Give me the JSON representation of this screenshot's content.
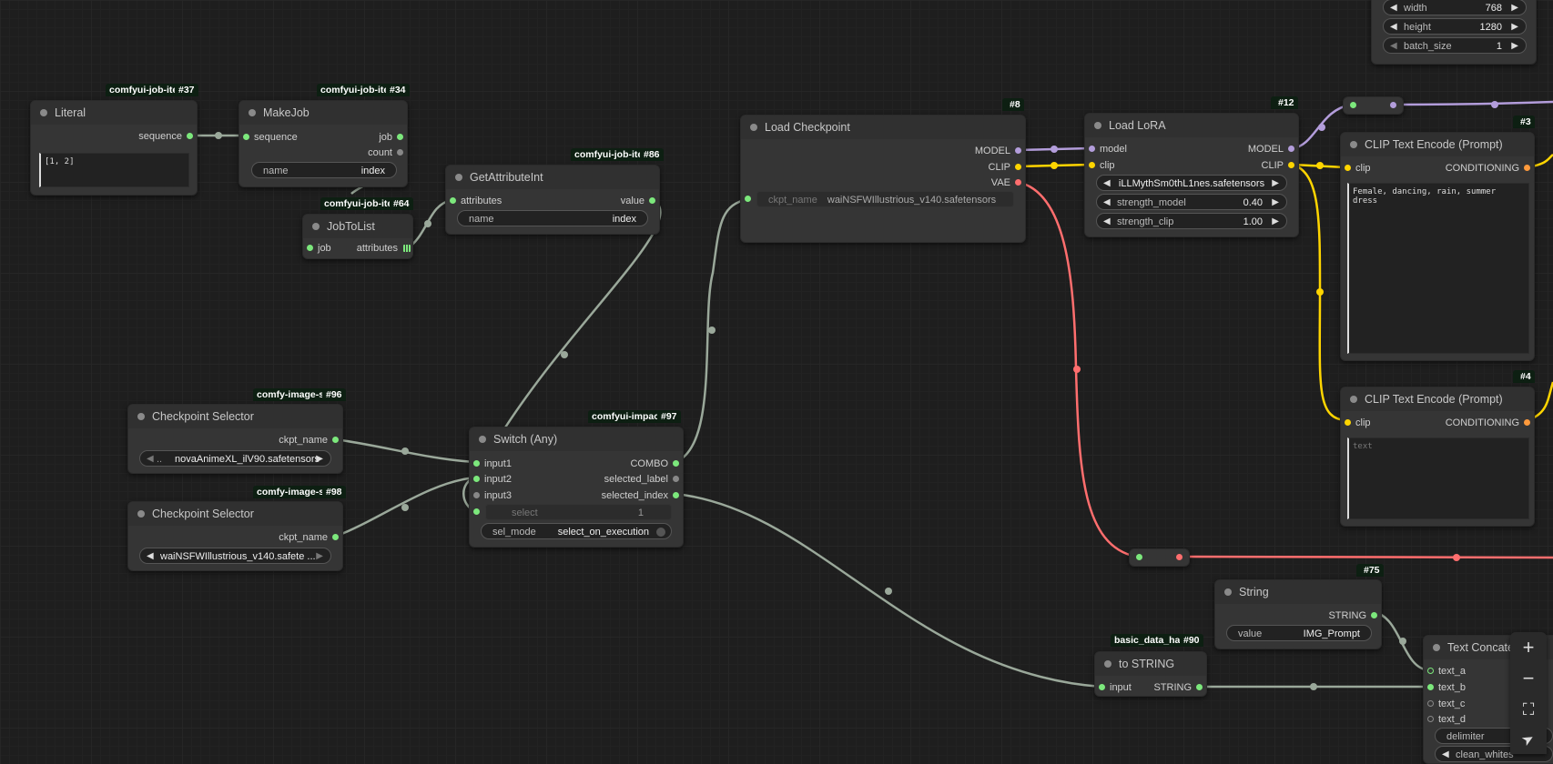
{
  "colors": {
    "link_default": "#9aa89a",
    "link_model": "#b39ddb",
    "link_clip": "#ffd500",
    "link_vae": "#ff6e6e",
    "pin_green": "#7ce87c",
    "pin_gray": "#888888"
  },
  "nodes": {
    "literal": {
      "badge_source": "comfyui-job-ite",
      "badge_id": "#37",
      "title": "Literal",
      "out_sequence": "sequence",
      "text": "[1, 2]"
    },
    "makejob": {
      "badge_source": "comfyui-job-ite",
      "badge_id": "#34",
      "title": "MakeJob",
      "in_sequence": "sequence",
      "out_job": "job",
      "out_count": "count",
      "widget_name_label": "name",
      "widget_name_value": "index"
    },
    "jobtolist": {
      "badge_source": "comfyui-job-ite",
      "badge_id": "#64",
      "title": "JobToList",
      "in_job": "job",
      "out_attributes": "attributes"
    },
    "getattributeint": {
      "badge_source": "comfyui-job-ite",
      "badge_id": "#86",
      "title": "GetAttributeInt",
      "in_attributes": "attributes",
      "out_value": "value",
      "widget_name_label": "name",
      "widget_name_value": "index"
    },
    "load_checkpoint": {
      "badge_id": "#8",
      "title": "Load Checkpoint",
      "out_model": "MODEL",
      "out_clip": "CLIP",
      "out_vae": "VAE",
      "widget_ckpt_label": "ckpt_name",
      "widget_ckpt_value": "waiNSFWIllustrious_v140.safetensors"
    },
    "load_lora": {
      "badge_id": "#12",
      "title": "Load LoRA",
      "in_model": "model",
      "in_clip": "clip",
      "out_model": "MODEL",
      "out_clip": "CLIP",
      "widget_lora_value": "iLLMythSm0thL1nes.safetensors",
      "widget_strength_model_label": "strength_model",
      "widget_strength_model_value": "0.40",
      "widget_strength_clip_label": "strength_clip",
      "widget_strength_clip_value": "1.00"
    },
    "clip_encode_3": {
      "badge_id": "#3",
      "title": "CLIP Text Encode (Prompt)",
      "in_clip": "clip",
      "out_conditioning": "CONDITIONING",
      "text": "Female, dancing, rain, summer dress"
    },
    "clip_encode_4": {
      "badge_id": "#4",
      "title": "CLIP Text Encode (Prompt)",
      "in_clip": "clip",
      "out_conditioning": "CONDITIONING",
      "placeholder": "text"
    },
    "latent": {
      "width_label": "width",
      "width_value": "768",
      "height_label": "height",
      "height_value": "1280",
      "batch_label": "batch_size",
      "batch_value": "1"
    },
    "ckpt_selector_96": {
      "badge_source": "comfy-image-s",
      "badge_id": "#96",
      "title": "Checkpoint Selector",
      "out_ckpt": "ckpt_name",
      "widget_value": "novaAnimeXL_ilV90.safetensors",
      "widget_prefix": ".."
    },
    "ckpt_selector_98": {
      "badge_source": "comfy-image-s",
      "badge_id": "#98",
      "title": "Checkpoint Selector",
      "out_ckpt": "ckpt_name",
      "widget_value": "waiNSFWIllustrious_v140.safete ..."
    },
    "switch_any": {
      "badge_source": "comfyui-impact",
      "badge_id": "#97",
      "title": "Switch (Any)",
      "in_input1": "input1",
      "in_input2": "input2",
      "in_input3": "input3",
      "in_select": "select",
      "select_value": "1",
      "out_combo": "COMBO",
      "out_selected_label": "selected_label",
      "out_selected_index": "selected_index",
      "widget_sel_mode_label": "sel_mode",
      "widget_sel_mode_value": "select_on_execution"
    },
    "string_75": {
      "badge_id": "#75",
      "title": "String",
      "out_string": "STRING",
      "widget_value_label": "value",
      "widget_value_value": "IMG_Prompt"
    },
    "to_string": {
      "badge_source": "basic_data_han",
      "badge_id": "#90",
      "title": "to STRING",
      "in_input": "input",
      "out_string": "STRING"
    },
    "text_concat": {
      "title": "Text Concate",
      "in_text_a": "text_a",
      "in_text_b": "text_b",
      "in_text_c": "text_c",
      "in_text_d": "text_d",
      "widget_delimiter_label": "delimiter",
      "widget_clean_label": "clean_whites"
    }
  },
  "canvas_controls": {
    "zoom_in": "+",
    "zoom_out": "−",
    "fit": "⛶",
    "locate": "➤"
  }
}
